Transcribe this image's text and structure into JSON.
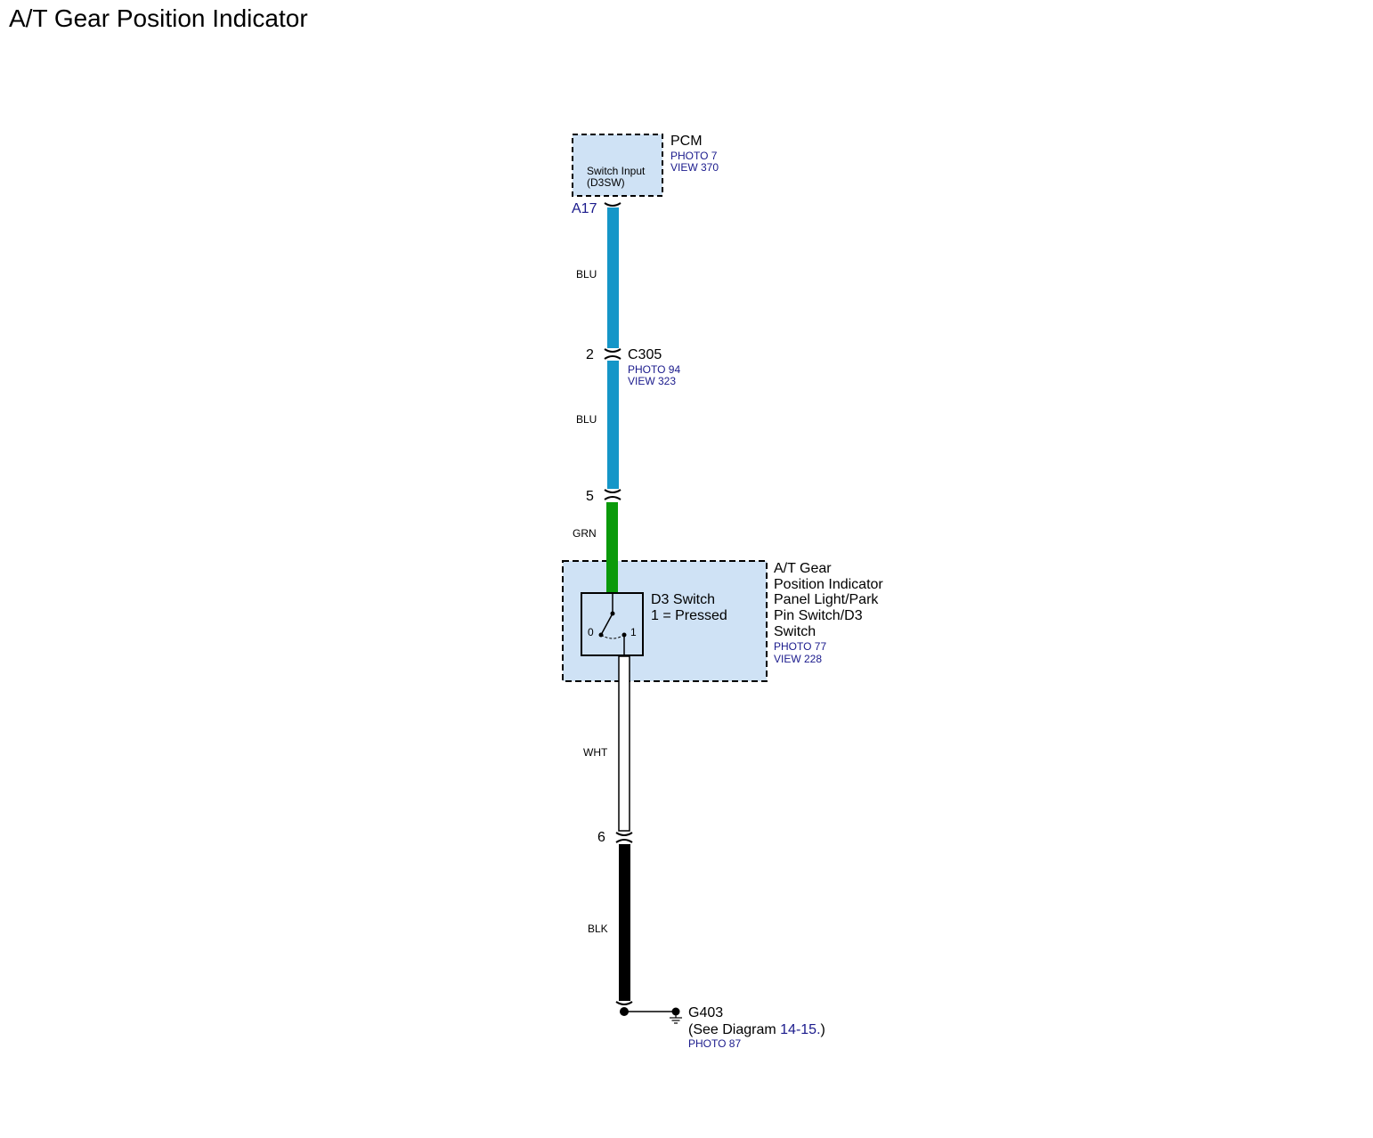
{
  "title": "A/T Gear Position Indicator",
  "pcm": {
    "name": "PCM",
    "photo": "PHOTO 7",
    "view": "VIEW 370",
    "input_line1": "Switch Input",
    "input_line2": "(D3SW)",
    "pin": "A17"
  },
  "wires": {
    "blu_upper": "BLU",
    "blu_lower": "BLU",
    "grn": "GRN",
    "wht": "WHT",
    "blk": "BLK"
  },
  "wire_colors": {
    "blu": "#1596c8",
    "grn": "#0a9a0a",
    "wht": "#ffffff",
    "blk": "#000000",
    "component_fill": "#cfe2f5"
  },
  "c305": {
    "name": "C305",
    "photo": "PHOTO 94",
    "view": "VIEW 323",
    "pin_top": "2"
  },
  "switch_assembly": {
    "pin_in": "5",
    "pin_out": "6",
    "name_line1": "A/T Gear",
    "name_line2": "Position Indicator",
    "name_line3": "Panel Light/Park",
    "name_line4": "Pin Switch/D3",
    "name_line5": "Switch",
    "photo": "PHOTO 77",
    "view": "VIEW 228",
    "d3_label": "D3 Switch",
    "d3_state": "1 = Pressed",
    "pos0": "0",
    "pos1": "1"
  },
  "ground": {
    "name": "G403",
    "see_prefix": "(See Diagram",
    "diagram_ref": "14-15.",
    "see_suffix": ")",
    "photo": "PHOTO 87"
  }
}
